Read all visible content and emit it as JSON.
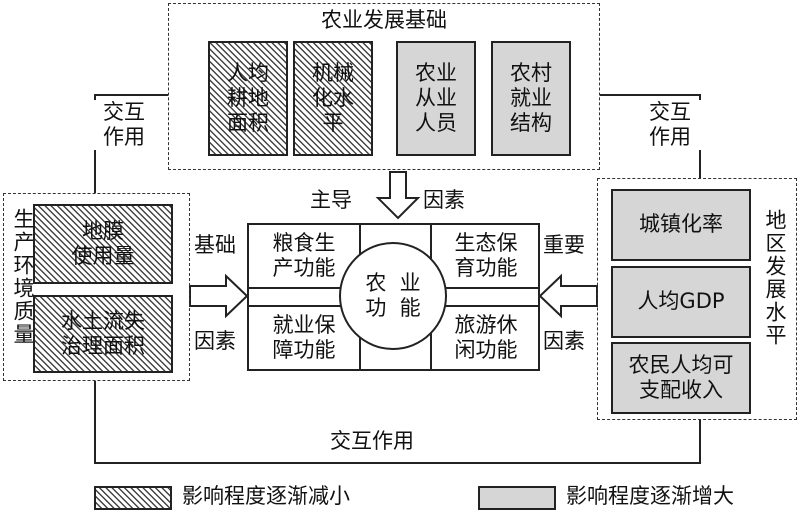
{
  "foundation": {
    "title": "农业发展基础",
    "items": [
      "人均\n耕地\n面积",
      "机械\n化水\n平",
      "农业\n从业\n人员",
      "农村\n就业\n结构"
    ]
  },
  "env": {
    "title": "生产环境质量",
    "items": [
      "地膜\n使用量",
      "水土流失\n治理面积"
    ]
  },
  "region": {
    "title": "地区发展水平",
    "items": [
      "城镇化率",
      "人均GDP",
      "农民人均可\n支配收入"
    ]
  },
  "functions": {
    "center": "农  业\n功  能",
    "tl": "粮食生\n产功能",
    "tr": "生态保\n育功能",
    "bl": "就业保\n障功能",
    "br": "旅游休\n闲功能"
  },
  "labels": {
    "interaction_left": "交互\n作用",
    "interaction_right": "交互\n作用",
    "interaction_bottom": "交互作用",
    "dominant": "主导",
    "factor_top": "因素",
    "basic": "基础",
    "factor_left": "因素",
    "important": "重要",
    "factor_right": "因素"
  },
  "legend": {
    "decrease": "影响程度逐渐减小",
    "increase": "影响程度逐渐增大"
  }
}
